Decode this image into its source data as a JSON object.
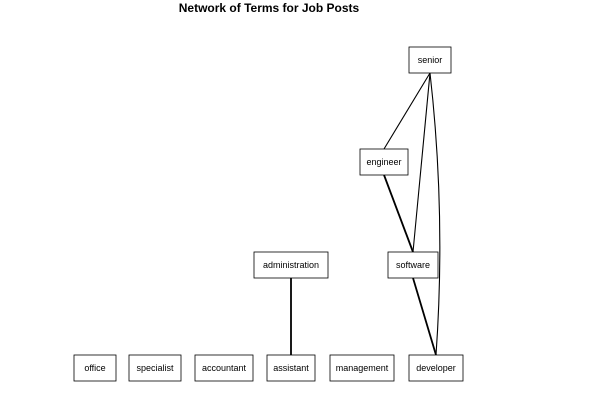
{
  "diagram": {
    "title": "Network of Terms for Job Posts",
    "nodes": [
      {
        "id": "senior",
        "label": "senior"
      },
      {
        "id": "engineer",
        "label": "engineer"
      },
      {
        "id": "administration",
        "label": "administration"
      },
      {
        "id": "software",
        "label": "software"
      },
      {
        "id": "office",
        "label": "office"
      },
      {
        "id": "specialist",
        "label": "specialist"
      },
      {
        "id": "accountant",
        "label": "accountant"
      },
      {
        "id": "assistant",
        "label": "assistant"
      },
      {
        "id": "management",
        "label": "management"
      },
      {
        "id": "developer",
        "label": "developer"
      }
    ],
    "edges": [
      {
        "from": "senior",
        "to": "engineer",
        "weight": 1
      },
      {
        "from": "senior",
        "to": "software",
        "weight": 1
      },
      {
        "from": "senior",
        "to": "developer",
        "weight": 1
      },
      {
        "from": "engineer",
        "to": "software",
        "weight": 2
      },
      {
        "from": "software",
        "to": "developer",
        "weight": 2
      },
      {
        "from": "administration",
        "to": "assistant",
        "weight": 2
      }
    ]
  }
}
